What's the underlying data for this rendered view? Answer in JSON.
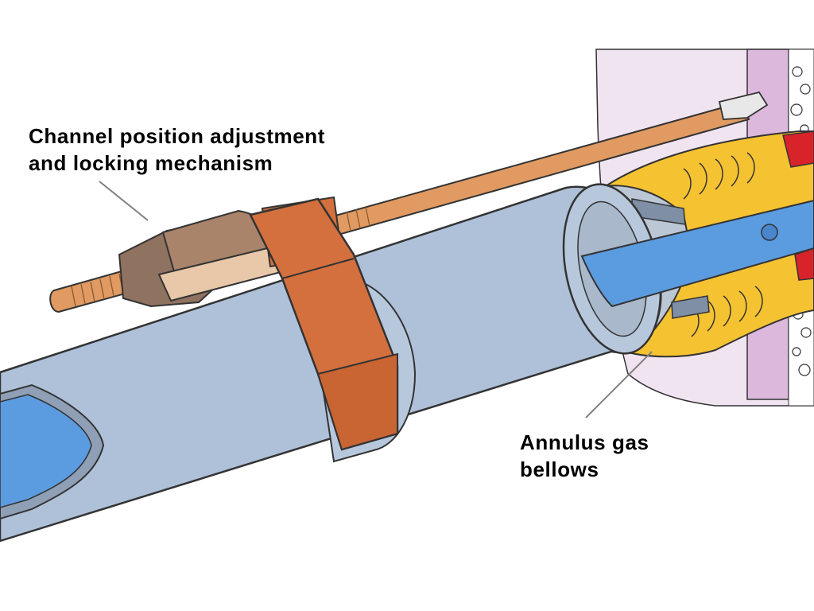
{
  "labels": {
    "channel_mechanism": {
      "line1": "Channel position adjustment",
      "line2": "and locking mechanism"
    },
    "annulus_bellows": {
      "line1": "Annulus gas",
      "line2": "bellows"
    }
  },
  "colors": {
    "channel_tube": "#aec1d9",
    "inner_tube": "#5b9be0",
    "clamp": "#d4703e",
    "threaded_rod": "#e09a62",
    "mechanism_body": "#a9836a",
    "bellows": "#f5c232",
    "wall": "#f1e4f1",
    "wall_liner": "#dcb8dc",
    "leader_line": "#808080",
    "outline": "#333333"
  }
}
